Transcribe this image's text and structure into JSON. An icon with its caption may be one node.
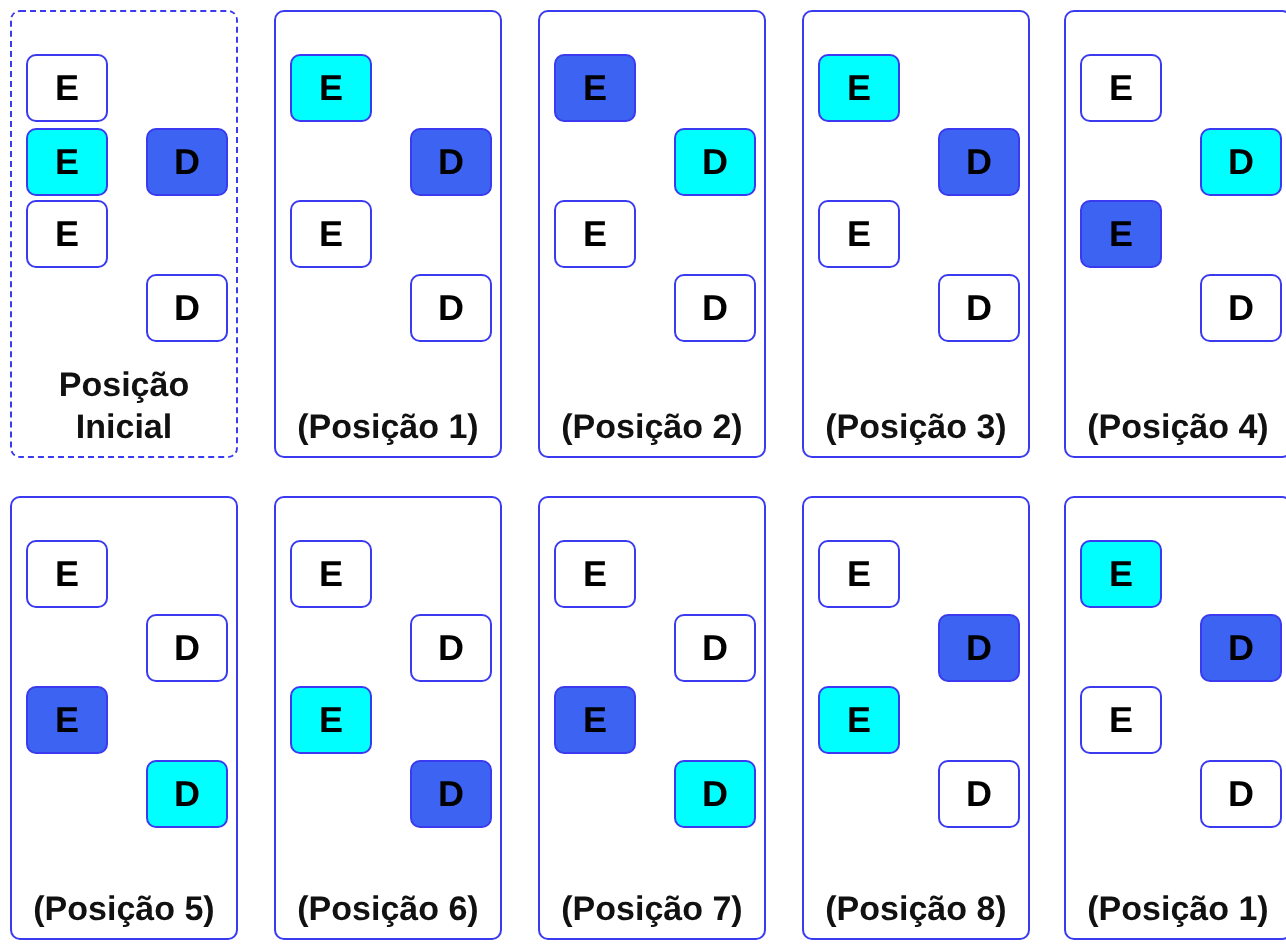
{
  "diagram": {
    "nodes": [
      {
        "text": [
          "Posição Inicial"
        ]
      },
      {
        "text": [
          "E"
        ],
        "in": 0
      },
      {
        "text": [
          "E"
        ],
        "in": 0
      },
      {
        "text": [
          "D"
        ],
        "in": 0
      },
      {
        "text": [
          "E"
        ],
        "in": 0
      },
      {
        "text": [
          "D"
        ],
        "in": 0
      },
      {
        "text": [
          "(Posição 1)"
        ]
      },
      {
        "text": [
          "E"
        ],
        "in": 6
      },
      {
        "text": [
          "D"
        ],
        "in": 6
      },
      {
        "text": [
          "E"
        ],
        "in": 6
      },
      {
        "text": [
          "D"
        ],
        "in": 6
      },
      {
        "text": [
          "(Posição 2)"
        ]
      },
      {
        "text": [
          "E"
        ],
        "in": 11
      },
      {
        "text": [
          "D"
        ],
        "in": 11
      },
      {
        "text": [
          "E"
        ],
        "in": 11
      },
      {
        "text": [
          "D"
        ],
        "in": 11
      },
      {
        "text": [
          "(Posição 3)"
        ]
      },
      {
        "text": [
          "E"
        ],
        "in": 16
      },
      {
        "text": [
          "D"
        ],
        "in": 16
      },
      {
        "text": [
          "E"
        ],
        "in": 16
      },
      {
        "text": [
          "D"
        ],
        "in": 16
      },
      {
        "text": [
          "(Posição 4)"
        ]
      },
      {
        "text": [
          "E"
        ],
        "in": 21
      },
      {
        "text": [
          "D"
        ],
        "in": 21
      },
      {
        "text": [
          "E"
        ],
        "in": 21
      },
      {
        "text": [
          "D"
        ],
        "in": 21
      },
      {
        "text": [
          "(Posição 5)"
        ]
      },
      {
        "text": [
          "E"
        ],
        "in": 26
      },
      {
        "text": [
          "D"
        ],
        "in": 26
      },
      {
        "text": [
          "E"
        ],
        "in": 26
      },
      {
        "text": [
          "D"
        ],
        "in": 26
      },
      {
        "text": [
          "(Posição 6)"
        ]
      },
      {
        "text": [
          "E"
        ],
        "in": 31
      },
      {
        "text": [
          "D"
        ],
        "in": 31
      },
      {
        "text": [
          "E"
        ],
        "in": 31
      },
      {
        "text": [
          "D"
        ],
        "in": 31
      },
      {
        "text": [
          "(Posição 7)"
        ]
      },
      {
        "text": [
          "E"
        ],
        "in": 36
      },
      {
        "text": [
          "D"
        ],
        "in": 36
      },
      {
        "text": [
          "E"
        ],
        "in": 36
      },
      {
        "text": [
          "D"
        ],
        "in": 36
      },
      {
        "text": [
          "(Posição 8)"
        ]
      },
      {
        "text": [
          "E"
        ],
        "in": 41
      },
      {
        "text": [
          "D"
        ],
        "in": 41
      },
      {
        "text": [
          "E"
        ],
        "in": 41
      },
      {
        "text": [
          "D"
        ],
        "in": 41
      },
      {
        "text": [
          "(Posição 1)"
        ]
      },
      {
        "text": [
          "E"
        ],
        "in": 46
      },
      {
        "text": [
          "D"
        ],
        "in": 46
      },
      {
        "text": [
          "E"
        ],
        "in": 46
      },
      {
        "text": [
          "D"
        ],
        "in": 46
      }
    ]
  }
}
